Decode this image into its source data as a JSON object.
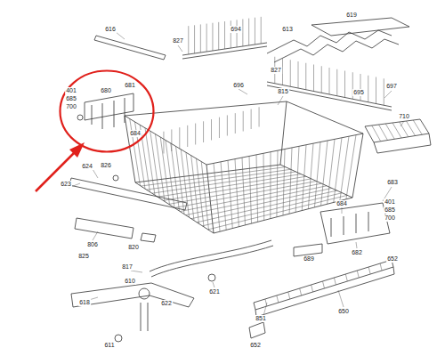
{
  "diagram": {
    "nodes": [
      {
        "text": [
          "401",
          "685",
          "700",
          "680",
          "681",
          "684"
        ]
      }
    ],
    "labels": [
      "616",
      "827",
      "694",
      "613",
      "619",
      "827",
      "696",
      "815",
      "697",
      "695",
      "710",
      "624",
      "826",
      "623",
      "683",
      "401",
      "685",
      "700",
      "684",
      "689",
      "682",
      "652",
      "806",
      "825",
      "820",
      "817",
      "610",
      "621",
      "618",
      "622",
      "611",
      "851",
      "650",
      "652"
    ]
  }
}
